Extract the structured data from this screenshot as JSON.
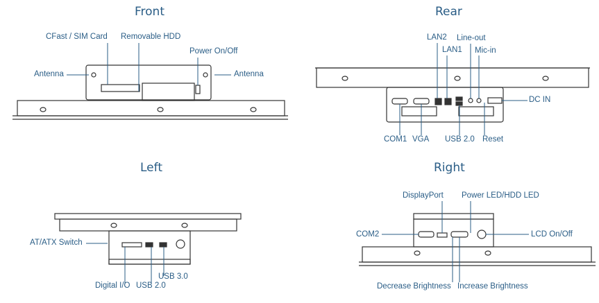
{
  "colors": {
    "label": "#2a5d86",
    "line": "#2a5d86",
    "device": "#333333"
  },
  "views": {
    "front": {
      "title": "Front",
      "labels": {
        "cfast": "CFast / SIM Card",
        "hdd": "Removable HDD",
        "power": "Power On/Off",
        "antenna_left": "Antenna",
        "antenna_right": "Antenna"
      }
    },
    "rear": {
      "title": "Rear",
      "labels": {
        "lan2": "LAN2",
        "lan1": "LAN1",
        "lineout": "Line-out",
        "micin": "Mic-in",
        "dcin": "DC IN",
        "com1": "COM1",
        "vga": "VGA",
        "usb2": "USB 2.0",
        "reset": "Reset"
      }
    },
    "left": {
      "title": "Left",
      "labels": {
        "atatx": "AT/ATX Switch",
        "dio": "Digital I/O",
        "usb2": "USB 2.0",
        "usb3": "USB 3.0"
      }
    },
    "right": {
      "title": "Right",
      "labels": {
        "displayport": "DisplayPort",
        "led": "Power LED/HDD LED",
        "com2": "COM2",
        "lcd": "LCD On/Off",
        "dec": "Decrease Brightness",
        "inc": "Increase Brightness"
      }
    }
  }
}
